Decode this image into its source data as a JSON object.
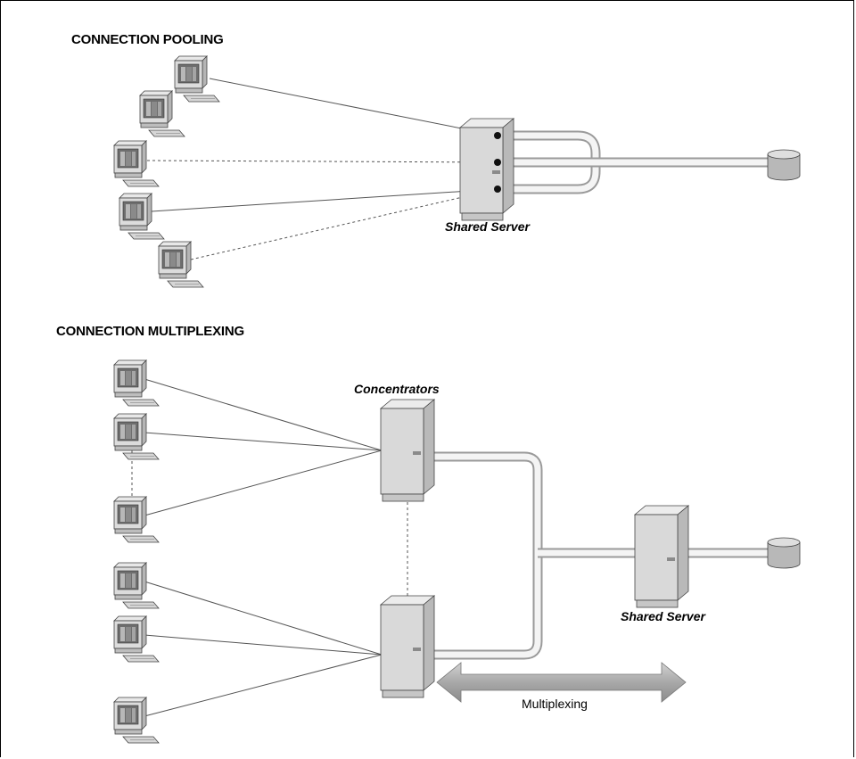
{
  "sections": {
    "pooling": {
      "title": "CONNECTION POOLING",
      "server_label": "Shared Server"
    },
    "multiplexing": {
      "title": "CONNECTION MULTIPLEXING",
      "concentrators_label": "Concentrators",
      "server_label": "Shared Server",
      "arrow_label": "Multiplexing"
    }
  },
  "colors": {
    "line": "#555555",
    "device_light": "#e4e4e4",
    "device_mid": "#c8c8c8",
    "device_dark": "#9a9a9a",
    "port": "#111111"
  },
  "icons": [
    "client-computer-icon",
    "server-tower-icon",
    "database-cylinder-icon",
    "double-arrow-icon"
  ]
}
